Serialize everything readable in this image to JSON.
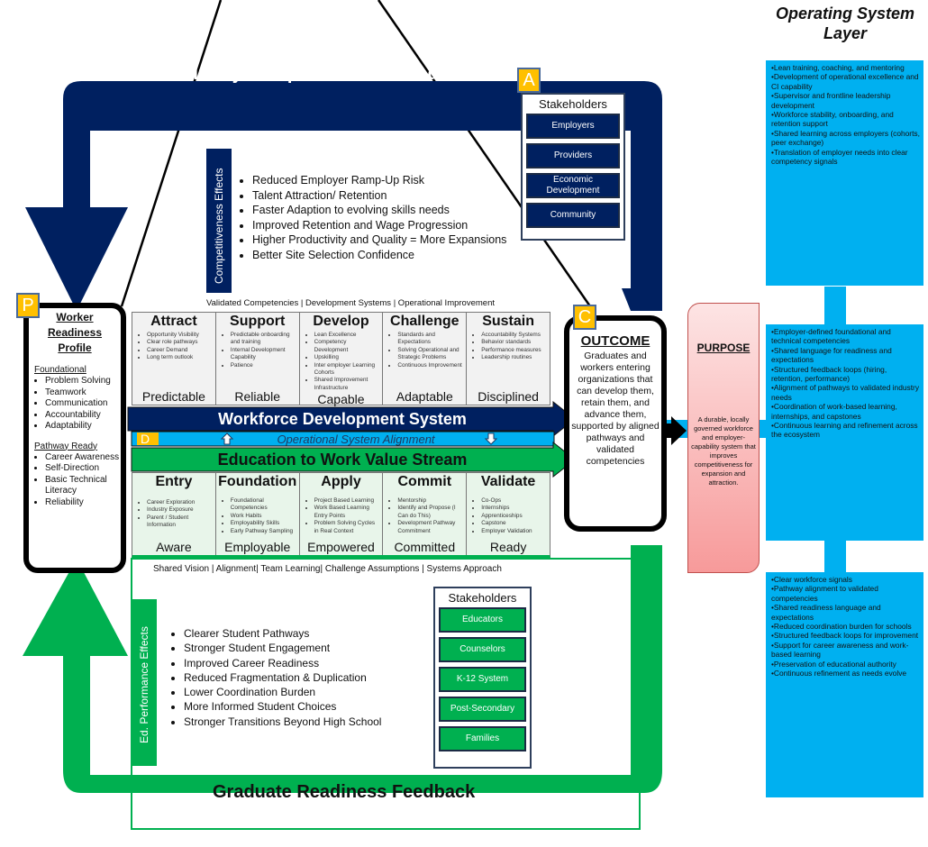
{
  "industry_feedback": {
    "title": "Industry Competitiveness Feedback",
    "badge": "A",
    "stakeholders_title": "Stakeholders",
    "stakeholders": [
      "Employers",
      "Providers",
      "Economic Development",
      "Community"
    ]
  },
  "competitiveness_effects": {
    "label": "Competitiveness Effects",
    "items": [
      "Reduced Employer Ramp-Up Risk",
      "Talent Attraction/ Retention",
      "Faster Adaption to evolving skills needs",
      "Improved Retention and Wage Progression",
      "Higher Productivity and Quality = More Expansions",
      "Better Site Selection Confidence"
    ],
    "tagline": "Validated Competencies | Development Systems |  Operational Improvement"
  },
  "workforce_stages": [
    {
      "title": "Attract",
      "items": [
        "Opportunity Visibility",
        "Clear role pathways",
        "Career Demand",
        "Long term outlook"
      ],
      "outcome": "Predictable"
    },
    {
      "title": "Support",
      "items": [
        "Predictable onboarding and training",
        "Internal Development Capability",
        "Patience"
      ],
      "outcome": "Reliable"
    },
    {
      "title": "Develop",
      "items": [
        "Lean Excellence",
        "Competency Development",
        "Upskilling",
        "Inter employer Learning Cohorts",
        "Shared Improvement Infrastructure"
      ],
      "outcome": "Capable"
    },
    {
      "title": "Challenge",
      "items": [
        "Standards and Expectations",
        "Solving Operational and Strategic Problems",
        "Continuous Improvement"
      ],
      "outcome": "Adaptable"
    },
    {
      "title": "Sustain",
      "items": [
        "Accountability Systems",
        "Behavior standards",
        "Performance measures",
        "Leadership routines"
      ],
      "outcome": "Disciplined"
    }
  ],
  "bands": {
    "workforce": "Workforce Development System",
    "alignment": "Operational System Alignment",
    "alignment_badge": "D",
    "education": "Education to Work Value Stream"
  },
  "education_stages": [
    {
      "title": "Entry",
      "items": [
        "Career Exploration",
        "Industry Exposure",
        "Parent / Student Information"
      ],
      "outcome": "Aware"
    },
    {
      "title": "Foundation",
      "items": [
        "Foundational Competencies",
        "Work Habits",
        "Employability Skills",
        "Early Pathway Sampling"
      ],
      "outcome": "Employable"
    },
    {
      "title": "Apply",
      "items": [
        "Project Based Learning",
        "Work Based Learning Entry Points",
        "Problem Solving Cycles in Real Context"
      ],
      "outcome": "Empowered"
    },
    {
      "title": "Commit",
      "items": [
        "Mentorship",
        "Identify and Propose (I Can do This)",
        "Development Pathway Commitment"
      ],
      "outcome": "Committed"
    },
    {
      "title": "Validate",
      "items": [
        "Co-Ops",
        "Internships",
        "Apprenticeships",
        "Capstone",
        "Employer Validation"
      ],
      "outcome": "Ready"
    }
  ],
  "ed_effects": {
    "tagline": "Shared Vision |  Alignment|  Team Learning| Challenge Assumptions | Systems Approach",
    "label": "Ed. Performance Effects",
    "items": [
      "Clearer Student Pathways",
      "Stronger Student Engagement",
      "Improved Career Readiness",
      "Reduced Fragmentation & Duplication",
      "Lower Coordination Burden",
      "More Informed Student Choices",
      "Stronger Transitions Beyond High School"
    ],
    "stakeholders_title": "Stakeholders",
    "stakeholders": [
      "Educators",
      "Counselors",
      "K-12 System",
      "Post-Secondary",
      "Families"
    ]
  },
  "graduate_feedback": {
    "title": "Graduate Readiness Feedback"
  },
  "profile": {
    "badge": "P",
    "title_lines": [
      "Worker",
      "Readiness",
      "Profile"
    ],
    "foundational_label": "Foundational",
    "foundational": [
      "Problem Solving",
      "Teamwork",
      "Communication",
      "Accountability",
      "Adaptability"
    ],
    "pathway_label": "Pathway Ready",
    "pathway": [
      "Career Awareness",
      "Self-Direction",
      "Basic Technical Literacy",
      "Reliability"
    ]
  },
  "outcome": {
    "badge": "C",
    "title": "OUTCOME",
    "text": "Graduates and workers entering organizations that can develop them, retain them, and advance them, supported by aligned pathways and validated competencies"
  },
  "purpose": {
    "title": "PURPOSE",
    "text": "A durable, locally governed workforce and employer-capability system that improves competitiveness for expansion and attraction."
  },
  "operating_layer": {
    "title_line1": "Operating System",
    "title_line2": "Layer",
    "boxes": [
      [
        "Lean training, coaching, and mentoring",
        "Development of operational excellence and CI capability",
        "Supervisor and frontline leadership development",
        "Workforce stability, onboarding, and retention support",
        "Shared learning across employers (cohorts, peer exchange)",
        "Translation of employer needs into clear competency signals"
      ],
      [
        "Employer-defined foundational and technical competencies",
        "Shared language for readiness and expectations",
        "Structured feedback loops (hiring, retention, performance)",
        "Alignment of pathways to validated industry needs",
        "Coordination of work-based learning, internships, and capstones",
        "Continuous learning and refinement across the ecosystem"
      ],
      [
        "Clear workforce signals",
        "Pathway alignment to validated competencies",
        "Shared readiness language and expectations",
        "Reduced coordination burden for schools",
        "Structured feedback loops for improvement",
        "Support for career awareness and work-based learning",
        "Preservation of educational authority",
        "Continuous refinement as needs evolve"
      ]
    ]
  },
  "colors": {
    "navy": "#002060",
    "green": "#00B050",
    "cyan": "#00B0F0",
    "badge": "#FFC000",
    "purpose": "#F79A9A"
  }
}
